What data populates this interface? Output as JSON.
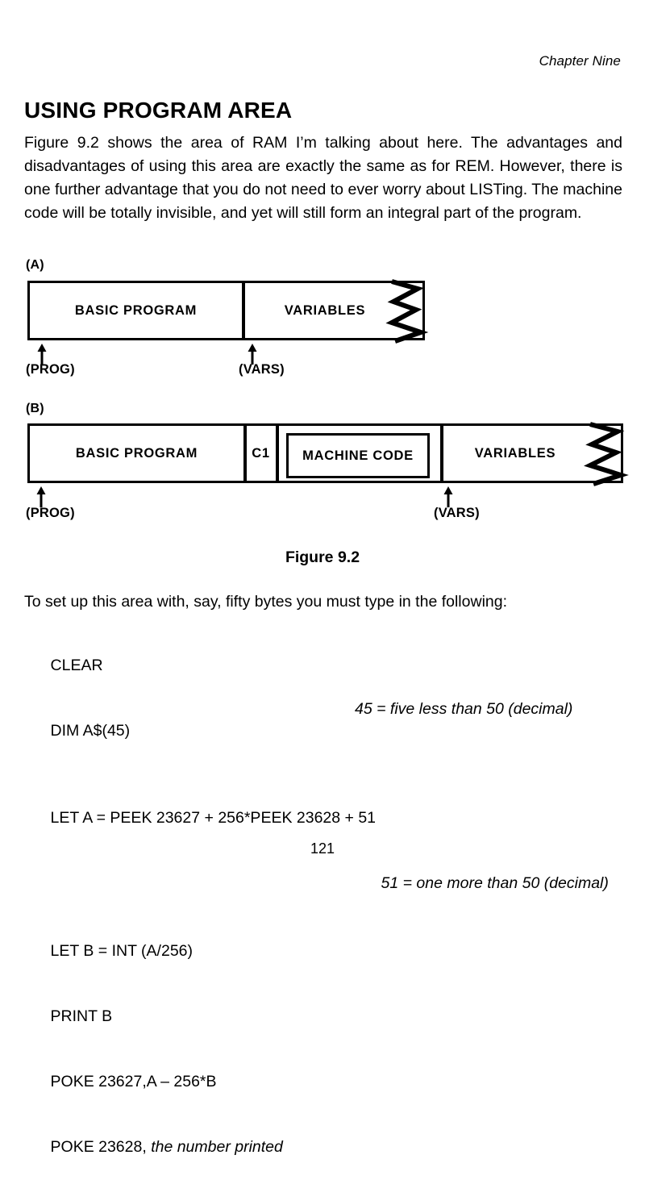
{
  "header": {
    "chapter": "Chapter Nine",
    "title": "USING PROGRAM AREA"
  },
  "body": {
    "paragraph_1": "Figure 9.2 shows the area of RAM I’m talking about here. The advantages and disadvantages of using this area are exactly the same as for REM. However, there is one further advantage that you do not need to ever worry about LISTing. The machine code will be totally invisible, and yet will still form an integral part of the program.",
    "paragraph_2": "To set up this area with, say, fifty bytes you must type in the following:"
  },
  "figure": {
    "caption": "Figure 9.2",
    "diagram_a": {
      "label": "(A)",
      "cells": [
        {
          "text": "BASIC PROGRAM"
        },
        {
          "text": "VARIABLES"
        }
      ],
      "pointers": [
        {
          "label": "(PROG)"
        },
        {
          "label": "(VARS)"
        }
      ]
    },
    "diagram_b": {
      "label": "(B)",
      "cells": [
        {
          "text": "BASIC PROGRAM"
        },
        {
          "text": "C1"
        },
        {
          "text": "MACHINE CODE"
        },
        {
          "text": "VARIABLES"
        }
      ],
      "pointers": [
        {
          "label": "(PROG)"
        },
        {
          "label": "(VARS)"
        }
      ]
    }
  },
  "code": {
    "lines": [
      {
        "code": "CLEAR",
        "note": ""
      },
      {
        "code": "DIM A$(45)",
        "note": "45 = five less than 50 (decimal)"
      },
      {
        "code": "LET A = PEEK 23627 + 256*PEEK 23628 + 51",
        "note": ""
      },
      {
        "code": "",
        "note": "51 = one more than 50 (decimal)"
      },
      {
        "code": "LET B = INT (A/256)",
        "note": ""
      },
      {
        "code": "PRINT B",
        "note": ""
      },
      {
        "code": "POKE 23627,A – 256*B",
        "note": ""
      },
      {
        "code_prefix": "POKE 23628, ",
        "code_italic": "the number printed",
        "note": ""
      }
    ]
  },
  "footer": {
    "page_number": "121"
  },
  "colors": {
    "ink": "#000000",
    "paper": "#ffffff"
  }
}
